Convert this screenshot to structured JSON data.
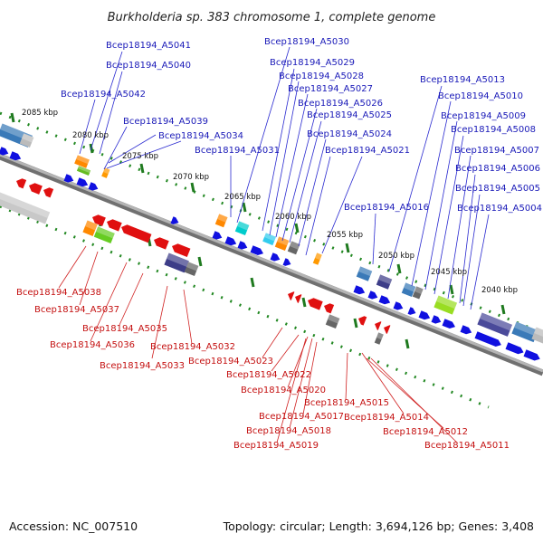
{
  "title": "Burkholderia sp. 383 chromosome 1, complete genome",
  "footer": {
    "accession": "Accession: NC_007510",
    "summary": "Topology: circular; Length: 3,694,126 bp; Genes: 3,408"
  },
  "colors": {
    "forward_gene": "#1010e0",
    "reverse_gene": "#e01010",
    "forward_label": "#1a1ab8",
    "reverse_label": "#c41010",
    "backbone": "#888888",
    "tick": "#228822"
  },
  "kbp_labels": [
    "2085 kbp",
    "2080 kbp",
    "2075 kbp",
    "2070 kbp",
    "2065 kbp",
    "2060 kbp",
    "2055 kbp",
    "2050 kbp",
    "2045 kbp",
    "2040 kbp"
  ],
  "top_labels": [
    "Bcep18194_A5041",
    "Bcep18194_A5040",
    "Bcep18194_A5042",
    "Bcep18194_A5039",
    "Bcep18194_A5034",
    "Bcep18194_A5031",
    "Bcep18194_A5030",
    "Bcep18194_A5029",
    "Bcep18194_A5028",
    "Bcep18194_A5027",
    "Bcep18194_A5026",
    "Bcep18194_A5025",
    "Bcep18194_A5024",
    "Bcep18194_A5021",
    "Bcep18194_A5016",
    "Bcep18194_A5013",
    "Bcep18194_A5010",
    "Bcep18194_A5009",
    "Bcep18194_A5008",
    "Bcep18194_A5007",
    "Bcep18194_A5006",
    "Bcep18194_A5005",
    "Bcep18194_A5004"
  ],
  "bottom_labels": [
    "Bcep18194_A5038",
    "Bcep18194_A5037",
    "Bcep18194_A5035",
    "Bcep18194_A5036",
    "Bcep18194_A5033",
    "Bcep18194_A5032",
    "Bcep18194_A5023",
    "Bcep18194_A5022",
    "Bcep18194_A5020",
    "Bcep18194_A5015",
    "Bcep18194_A5014",
    "Bcep18194_A5017",
    "Bcep18194_A5018",
    "Bcep18194_A5012",
    "Bcep18194_A5019",
    "Bcep18194_A5011"
  ]
}
